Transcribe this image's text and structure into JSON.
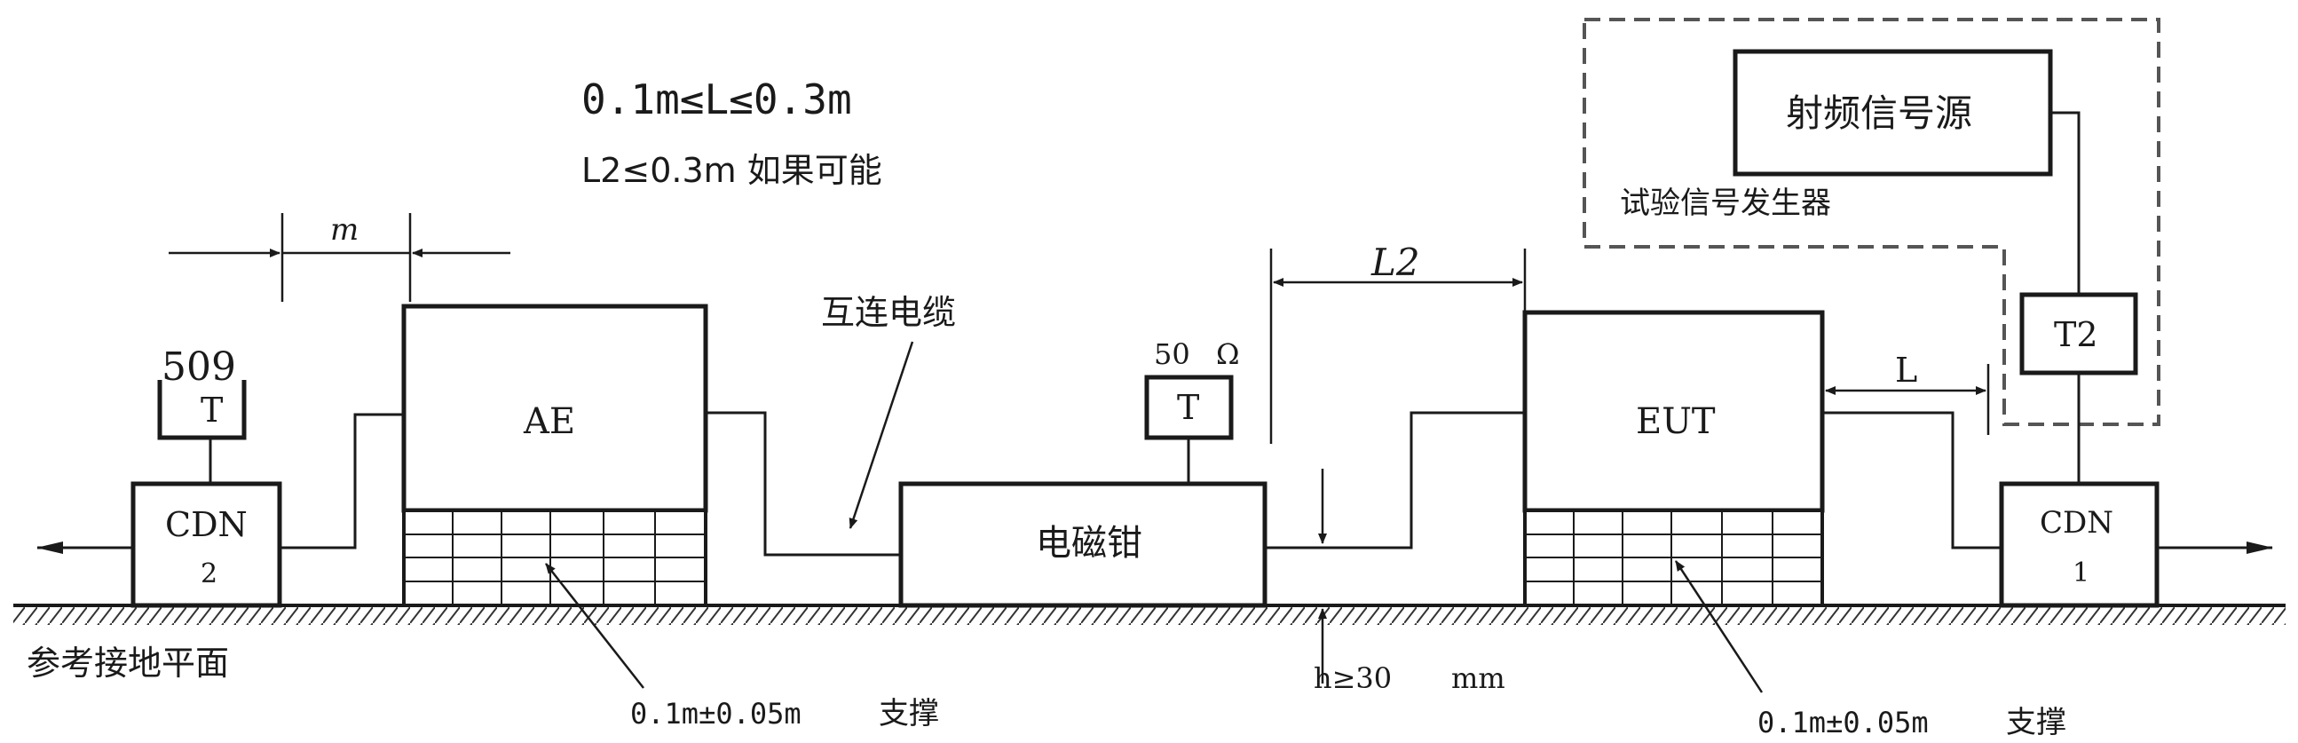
{
  "formula_main": "0.1m≤L≤0.3m",
  "formula_l2": "L2≤0.3m  如果可能",
  "label_509": "509",
  "interconnect_cable": "互连电缆",
  "terminator_50_value": "50",
  "terminator_50_unit": "Ω",
  "clamp_label": "电磁钳",
  "ae_label": "AE",
  "eut_label": "EUT",
  "t_left": "T",
  "t_mid": "T",
  "t2_label": "T2",
  "cdn2_line1": "CDN",
  "cdn2_line2": "2",
  "cdn1_line1": "CDN",
  "cdn1_line2": "1",
  "dim_l2": "L2",
  "dim_l": "L",
  "rf_source": "射频信号源",
  "generator_label": "试验信号发生器",
  "ground_plane": "参考接地平面",
  "height_label": "h≥30",
  "height_unit": "mm",
  "support_left": "0.1m±0.05m",
  "support_left_word": "支撑",
  "support_right": "0.1m±0.05m",
  "support_right_word": "支撑",
  "dim_top_left_glyph": "m"
}
